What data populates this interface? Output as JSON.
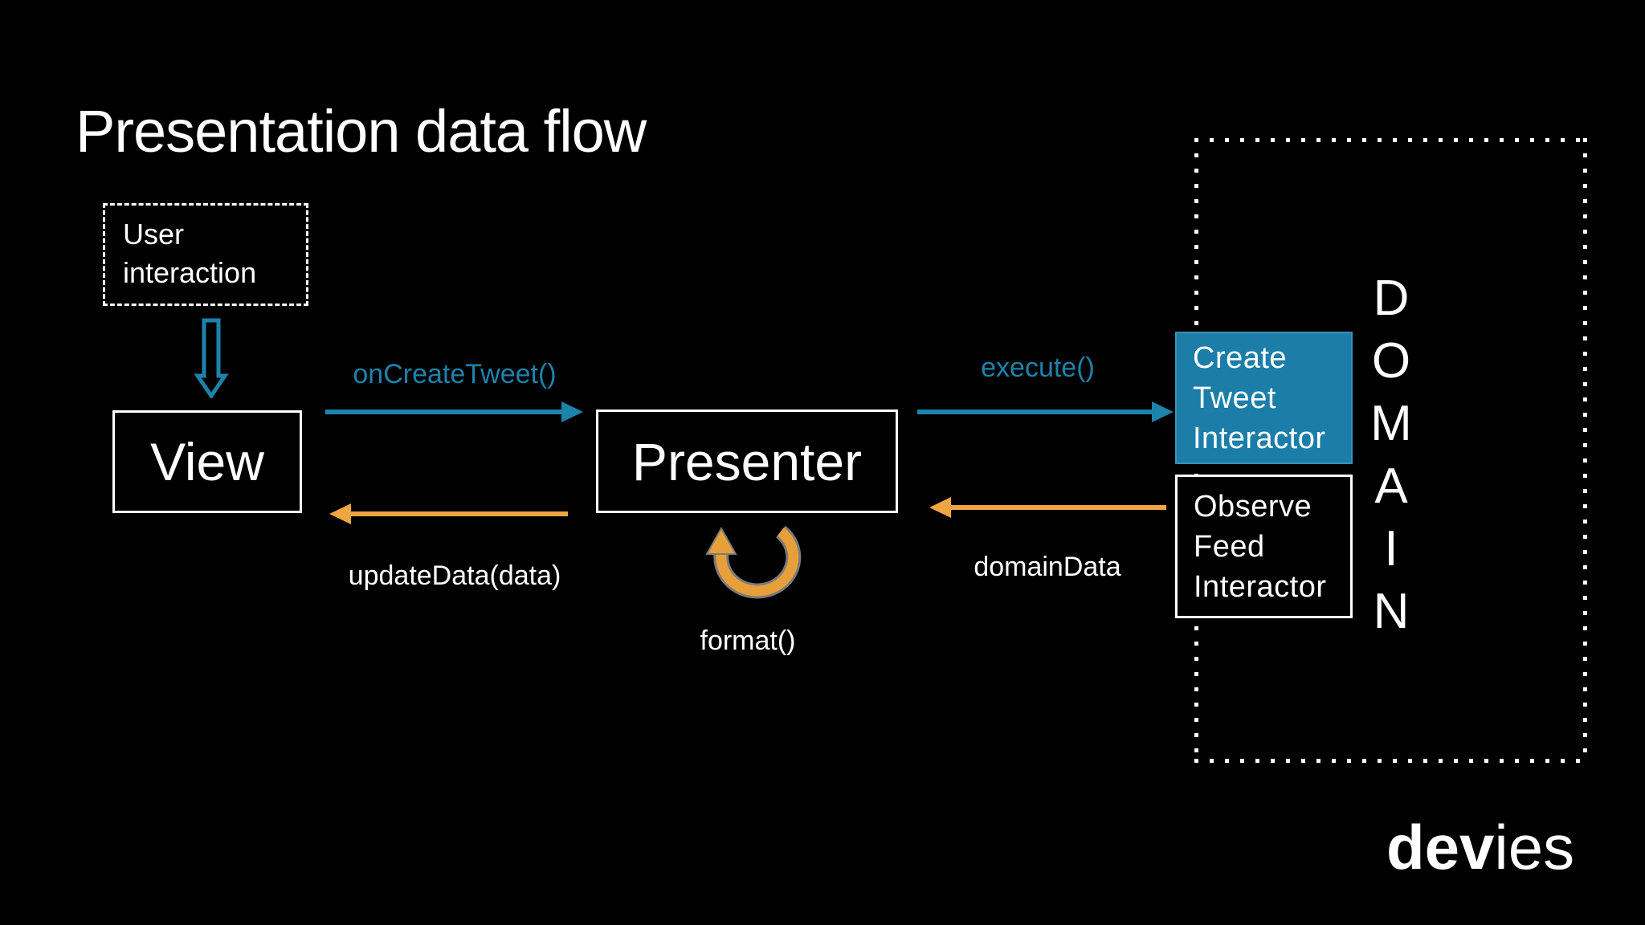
{
  "slide": {
    "title": "Presentation data flow",
    "background_color": "#000000",
    "accent_teal": "#1D82AC",
    "accent_orange": "#EFA540"
  },
  "nodes": {
    "user_interaction": {
      "label": "User\ninteraction"
    },
    "view": {
      "label": "View"
    },
    "presenter": {
      "label": "Presenter"
    },
    "create_tweet_interactor": {
      "label": "Create\nTweet\nInteractor",
      "fill_color": "#1C7EA8"
    },
    "observe_feed_interactor": {
      "label": "Observe\nFeed\nInteractor"
    }
  },
  "edges": {
    "user_to_view": {
      "label": "",
      "color": "#1D82AC",
      "direction": "down"
    },
    "on_create_tweet": {
      "label": "onCreateTweet()",
      "color": "#1D82AC",
      "direction": "right"
    },
    "execute": {
      "label": "execute()",
      "color": "#1D82AC",
      "direction": "right"
    },
    "domain_data": {
      "label": "domainData",
      "color": "#EFA540",
      "direction": "left"
    },
    "update_data": {
      "label": "updateData(data)",
      "color": "#EFA540",
      "direction": "left"
    },
    "format": {
      "label": "format()",
      "color": "#EFA540",
      "direction": "self-loop"
    }
  },
  "domain": {
    "word": "DOMAIN",
    "stacked": "D\nO\nM\nA\nI\nN"
  },
  "logo": {
    "bold_part": "dev",
    "light_part": "ies"
  }
}
